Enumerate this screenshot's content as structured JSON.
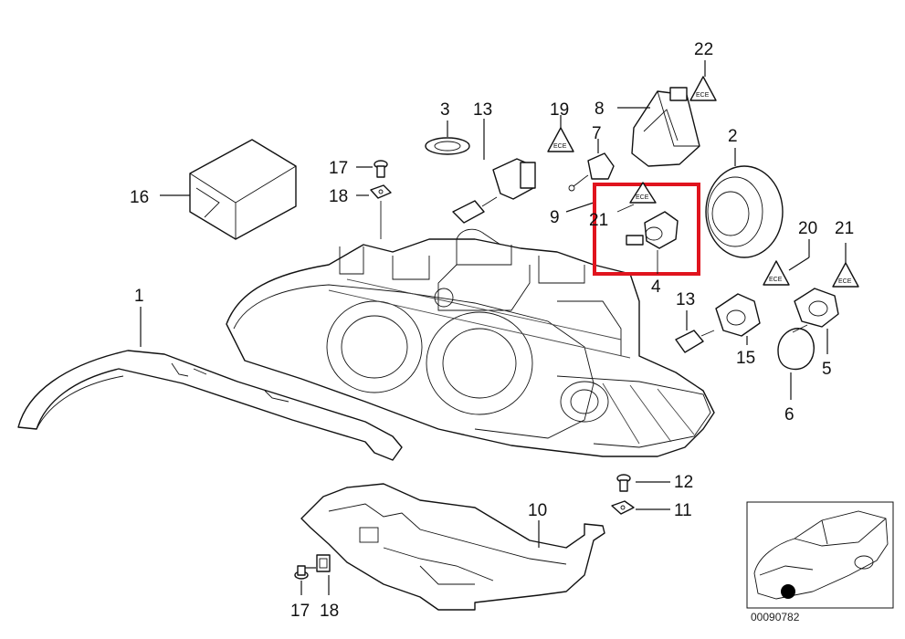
{
  "diagram": {
    "labels": {
      "p1": "1",
      "p2": "2",
      "p3": "3",
      "p4": "4",
      "p5": "5",
      "p6": "6",
      "p7": "7",
      "p8": "8",
      "p9": "9",
      "p10": "10",
      "p11": "11",
      "p12": "12",
      "p13a": "13",
      "p13b": "13",
      "p15": "15",
      "p16": "16",
      "p17a": "17",
      "p17b": "17",
      "p18a": "18",
      "p18b": "18",
      "p19": "19",
      "p20": "20",
      "p21a": "21",
      "p21b": "21",
      "p22": "22"
    },
    "reference_number": "00090782",
    "highlight_color": "#e0141e",
    "line_color": "#111111"
  }
}
